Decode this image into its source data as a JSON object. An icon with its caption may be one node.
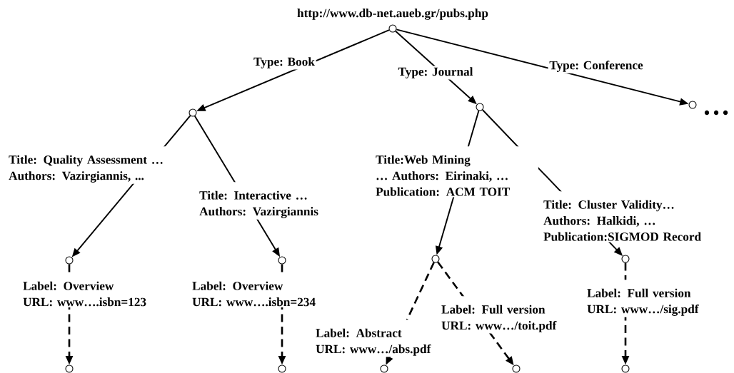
{
  "diagram": {
    "nodes": [
      {
        "text": [],
        "shape": "circle",
        "beside": [
          "http://www.db-net.aueb.gr/pubs.php"
        ]
      },
      {
        "text": [],
        "shape": "circle"
      },
      {
        "text": [],
        "shape": "circle"
      },
      {
        "text": [],
        "shape": "circle",
        "beside": [
          "…"
        ]
      },
      {
        "text": [],
        "shape": "circle"
      },
      {
        "text": [],
        "shape": "circle"
      },
      {
        "text": [],
        "shape": "circle"
      },
      {
        "text": [],
        "shape": "circle"
      },
      {
        "text": [],
        "shape": "circle"
      },
      {
        "text": [],
        "shape": "circle"
      },
      {
        "text": [],
        "shape": "circle"
      },
      {
        "text": [],
        "shape": "circle"
      },
      {
        "text": [],
        "shape": "circle"
      }
    ],
    "edges": [
      {
        "from": 0,
        "to": 1,
        "arrow": "to",
        "label": "Type: Book"
      },
      {
        "from": 0,
        "to": 2,
        "arrow": "to",
        "label": "Type: Journal"
      },
      {
        "from": 0,
        "to": 3,
        "arrow": "to",
        "label": "Type: Conference"
      },
      {
        "from": 1,
        "to": 4,
        "arrow": "to",
        "label": "Title: Quality Assessment … Authors: Vazirgiannis, ..."
      },
      {
        "from": 1,
        "to": 5,
        "arrow": "to",
        "label": "Title: Interactive … Authors: Vazirgiannis"
      },
      {
        "from": 2,
        "to": 6,
        "arrow": "to",
        "label": "Title:Web Mining … Authors: Eirinaki, … Publication: ACM TOIT"
      },
      {
        "from": 2,
        "to": 7,
        "arrow": "to",
        "label": "Title: Cluster Validity… Authors: Halkidi, … Publication:SIGMOD Record"
      },
      {
        "from": 4,
        "to": 8,
        "arrow": "to",
        "style": "dashed",
        "label": "Label: Overview URL: www….isbn=123"
      },
      {
        "from": 5,
        "to": 9,
        "arrow": "to",
        "style": "dashed",
        "label": "Label: Overview URL: www….isbn=234"
      },
      {
        "from": 6,
        "to": 10,
        "arrow": "to",
        "style": "dashed",
        "label": "Label: Abstract URL: www…/abs.pdf"
      },
      {
        "from": 6,
        "to": 11,
        "arrow": "to",
        "style": "dashed",
        "label": "Label: Full version URL: www…/toit.pdf"
      },
      {
        "from": 7,
        "to": 12,
        "arrow": "to",
        "style": "dashed",
        "label": "Label: Full version URL: www…/sig.pdf"
      }
    ]
  }
}
